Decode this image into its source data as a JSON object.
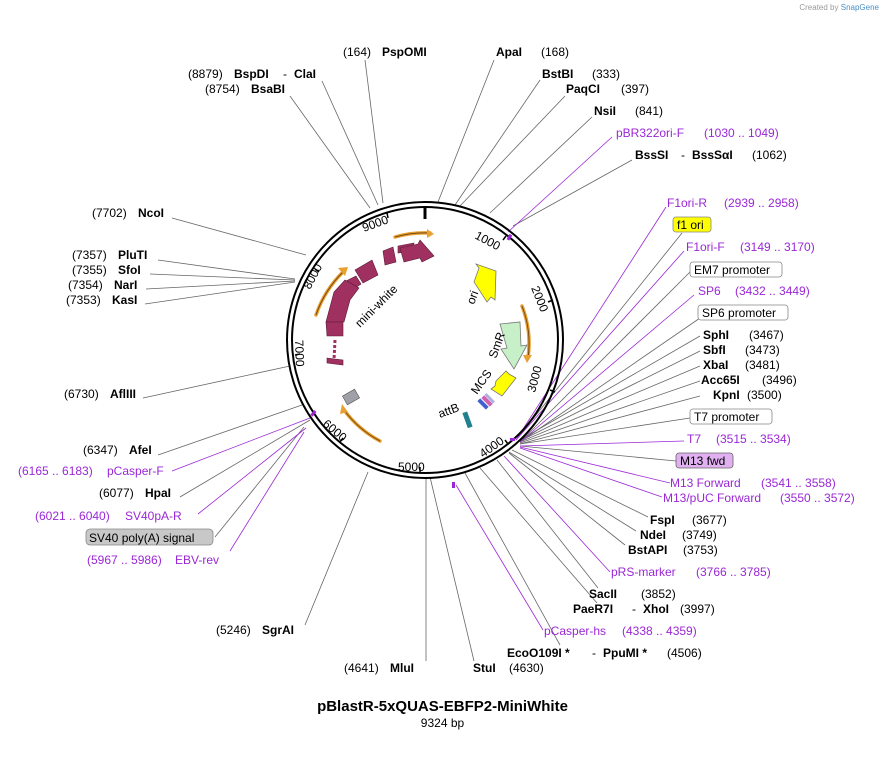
{
  "brand": {
    "created_by": "Created by",
    "product": "SnapGene"
  },
  "plasmid": {
    "name": "pBlastR-5xQUAS-EBFP2-MiniWhite",
    "size": "9324 bp"
  },
  "ticks": [
    "1000",
    "2000",
    "3000",
    "4000",
    "5000",
    "6000",
    "7000",
    "8000",
    "9000"
  ],
  "features": {
    "mini_white": "mini-white",
    "ori": "ori",
    "smr": "SmR",
    "mcs": "MCS",
    "attb": "attB"
  },
  "colors": {
    "mini_white": "#a03060",
    "ori": "#ffff00",
    "smr": "#c8f0c8",
    "primer_purple": "#9b27d6",
    "marker_orange": "#e8a030"
  },
  "labels": {
    "pspomi_pos": "(164)",
    "pspomi": "PspOMI",
    "apai": "ApaI",
    "apai_pos": "(168)",
    "bspdi_pos": "(8879)",
    "bspdi": "BspDI",
    "clai": "ClaI",
    "bsabi_pos": "(8754)",
    "bsabi": "BsaBI",
    "bstbi": "BstBI",
    "bstbi_pos": "(333)",
    "paqci": "PaqCI",
    "paqci_pos": "(397)",
    "nsii": "NsiI",
    "nsii_pos": "(841)",
    "pbr322": "pBR322ori-F",
    "pbr322_pos": "(1030 .. 1049)",
    "bsssi": "BssSI",
    "bsssai": "BssSαI",
    "bsssi_pos": "(1062)",
    "ncoi_pos": "(7702)",
    "ncoi": "NcoI",
    "f1ori_r": "F1ori-R",
    "f1ori_r_pos": "(2939 .. 2958)",
    "f1_ori": "f1 ori",
    "f1ori_f": "F1ori-F",
    "f1ori_f_pos": "(3149 .. 3170)",
    "pluti_pos": "(7357)",
    "pluti": "PluTI",
    "sfoi_pos": "(7355)",
    "sfoi": "SfoI",
    "nari_pos": "(7354)",
    "nari": "NarI",
    "kasi_pos": "(7353)",
    "kasi": "KasI",
    "em7": "EM7 promoter",
    "sp6": "SP6",
    "sp6_pos": "(3432 .. 3449)",
    "sp6_promoter": "SP6 promoter",
    "sphi": "SphI",
    "sphi_pos": "(3467)",
    "sbfi": "SbfI",
    "sbfi_pos": "(3473)",
    "xbai": "XbaI",
    "xbai_pos": "(3481)",
    "acc65i": "Acc65I",
    "acc65i_pos": "(3496)",
    "kpni": "KpnI",
    "kpni_pos": "(3500)",
    "afliii_pos": "(6730)",
    "afliii": "AflIII",
    "t7_promoter": "T7 promoter",
    "t7": "T7",
    "t7_pos": "(3515 .. 3534)",
    "afei_pos": "(6347)",
    "afei": "AfeI",
    "m13fwd": "M13 fwd",
    "pcasperf_pos": "(6165 .. 6183)",
    "pcasperf": "pCasper-F",
    "m13forward": "M13 Forward",
    "m13forward_pos": "(3541 .. 3558)",
    "hpai_pos": "(6077)",
    "hpai": "HpaI",
    "m13puc": "M13/pUC Forward",
    "m13puc_pos": "(3550 .. 3572)",
    "sv40pa_pos": "(6021 .. 6040)",
    "sv40pa": "SV40pA-R",
    "fspi": "FspI",
    "fspi_pos": "(3677)",
    "ndei": "NdeI",
    "ndei_pos": "(3749)",
    "sv40signal": "SV40 poly(A) signal",
    "bstapi": "BstAPI",
    "bstapi_pos": "(3753)",
    "ebvrev_pos": "(5967 .. 5986)",
    "ebvrev": "EBV-rev",
    "prsmarker": "pRS-marker",
    "prsmarker_pos": "(3766 .. 3785)",
    "sacii": "SacII",
    "sacii_pos": "(3852)",
    "pae r7i": "PaeR7I",
    "paer7i": "PaeR7I",
    "xhoi": "XhoI",
    "xhoi_pos": "(3997)",
    "sgrai_pos": "(5246)",
    "sgrai": "SgrAI",
    "pcasperhs": "pCasper-hs",
    "pcasperhs_pos": "(4338 .. 4359)",
    "eco": "EcoO109I *",
    "ppumi": "PpuMI *",
    "eco_pos": "(4506)",
    "mlui_pos": "(4641)",
    "mlui": "MluI",
    "stui": "StuI",
    "stui_pos": "(4630)"
  }
}
